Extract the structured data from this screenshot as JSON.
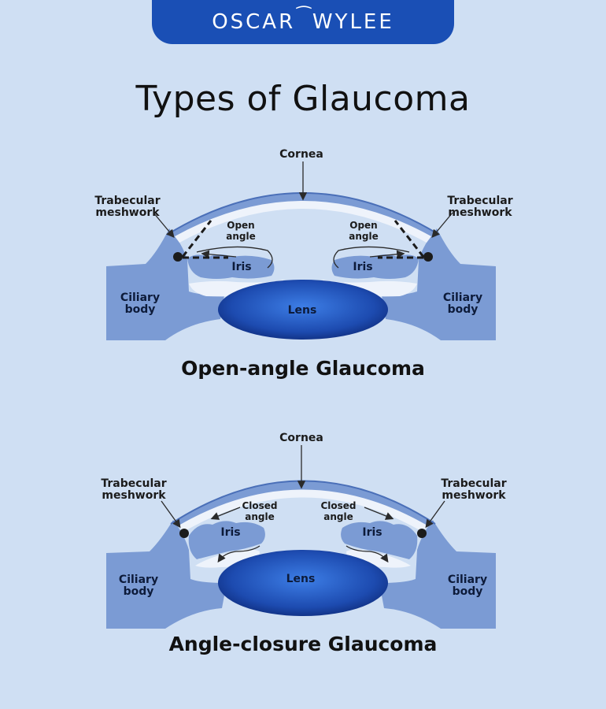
{
  "brand": {
    "left": "OSCAR",
    "right": "WYLEE"
  },
  "title": "Types of Glaucoma",
  "diagrams": [
    {
      "caption": "Open-angle Glaucoma",
      "labels": {
        "cornea": "Cornea",
        "trabecular_left_1": "Trabecular",
        "trabecular_left_2": "meshwork",
        "trabecular_right_1": "Trabecular",
        "trabecular_right_2": "meshwork",
        "angle_left_1": "Open",
        "angle_left_2": "angle",
        "angle_right_1": "Open",
        "angle_right_2": "angle",
        "iris_left": "Iris",
        "iris_right": "Iris",
        "ciliary_left_1": "Ciliary",
        "ciliary_left_2": "body",
        "ciliary_right_1": "Ciliary",
        "ciliary_right_2": "body",
        "lens": "Lens"
      }
    },
    {
      "caption": "Angle-closure Glaucoma",
      "labels": {
        "cornea": "Cornea",
        "trabecular_left_1": "Trabecular",
        "trabecular_left_2": "meshwork",
        "trabecular_right_1": "Trabecular",
        "trabecular_right_2": "meshwork",
        "angle_left_1": "Closed",
        "angle_left_2": "angle",
        "angle_right_1": "Closed",
        "angle_right_2": "angle",
        "iris_left": "Iris",
        "iris_right": "Iris",
        "ciliary_left_1": "Ciliary",
        "ciliary_left_2": "body",
        "ciliary_right_1": "Ciliary",
        "ciliary_right_2": "body",
        "lens": "Lens"
      }
    }
  ],
  "colors": {
    "background": "#cfdff3",
    "brand": "#1a4fb5",
    "tissue": "#7b9bd4",
    "tissue_light": "#eef3fb",
    "lens_dark": "#0e2b7a",
    "lens_light": "#3d7ee6"
  }
}
